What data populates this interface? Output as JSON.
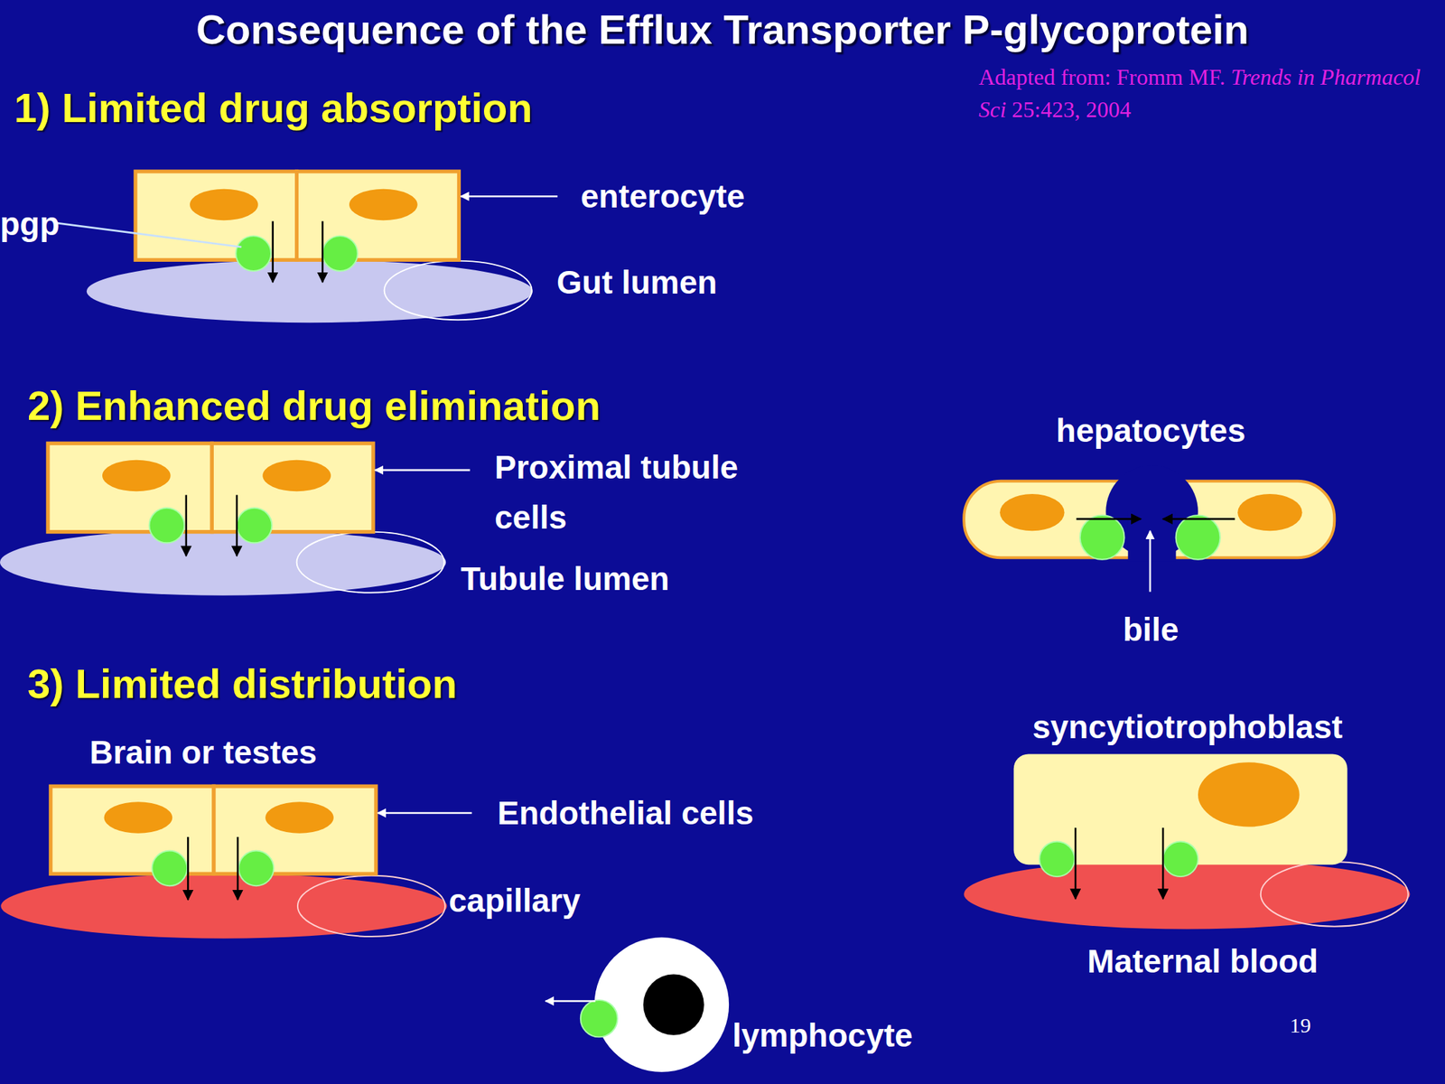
{
  "diagram": {
    "title": "Consequence of the Efflux Transporter P-glycoprotein",
    "labels": [
      "1) Limited drug absorption",
      "Adapted from: Fromm MF.",
      "Trends in Pharmacol Sci",
      "25:423, 2004",
      "pgp",
      "enterocyte",
      "Gut lumen",
      "2) Enhanced drug elimination",
      "hepatocytes",
      "Proximal tubule cells",
      "Tubule lumen",
      "bile",
      "3) Limited distribution",
      "syncytiotrophoblast",
      "Brain or testes",
      "Endothelial cells",
      "capillary",
      "Maternal blood",
      "lymphocyte",
      "19"
    ]
  }
}
